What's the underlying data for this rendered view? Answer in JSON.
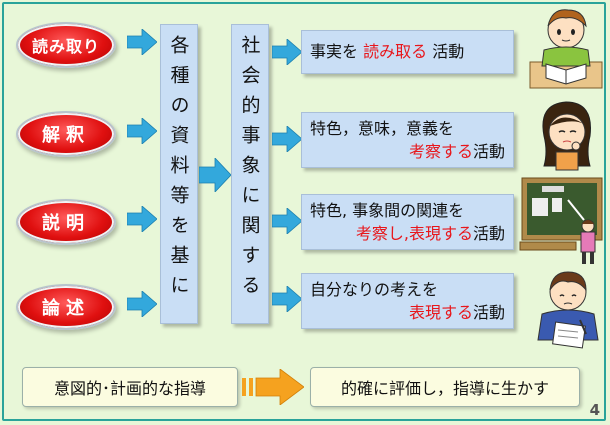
{
  "skills": [
    {
      "label": "読み取り"
    },
    {
      "label": "解釈"
    },
    {
      "label": "説明"
    },
    {
      "label": "論述"
    }
  ],
  "basis_box": {
    "text": "各種の資料等を基に"
  },
  "social_box": {
    "text": "社会的事象に関する"
  },
  "activities": [
    {
      "line1_pre": "事実を ",
      "line1_red": "読み取る",
      "line1_post": " 活動",
      "line2_red": "",
      "line2_post": ""
    },
    {
      "line1_pre": "特色，意味，意義を",
      "line1_red": "",
      "line1_post": "",
      "line2_red": "考察する",
      "line2_post": "活動"
    },
    {
      "line1_pre": "特色, 事象間の関連を",
      "line1_red": "",
      "line1_post": "",
      "line2_red": "考察し,表現する",
      "line2_post": "活動"
    },
    {
      "line1_pre": "自分なりの考えを",
      "line1_red": "",
      "line1_post": "",
      "line2_red": "表現する",
      "line2_post": "活動"
    }
  ],
  "bottom": {
    "left": "意図的･計画的な指導",
    "right": "的確に評価し，指導に生かす"
  },
  "page_number": "4",
  "colors": {
    "background": "#e8f7d8",
    "oval": "#e01010",
    "box": "#c9def5",
    "arrow": "#33a8dc",
    "bottom_arrow": "#f5a21f",
    "accent_text": "#e8161b"
  },
  "illustrations": [
    "reading-student-icon",
    "thinking-student-icon",
    "teacher-at-board-icon",
    "writing-student-icon"
  ]
}
